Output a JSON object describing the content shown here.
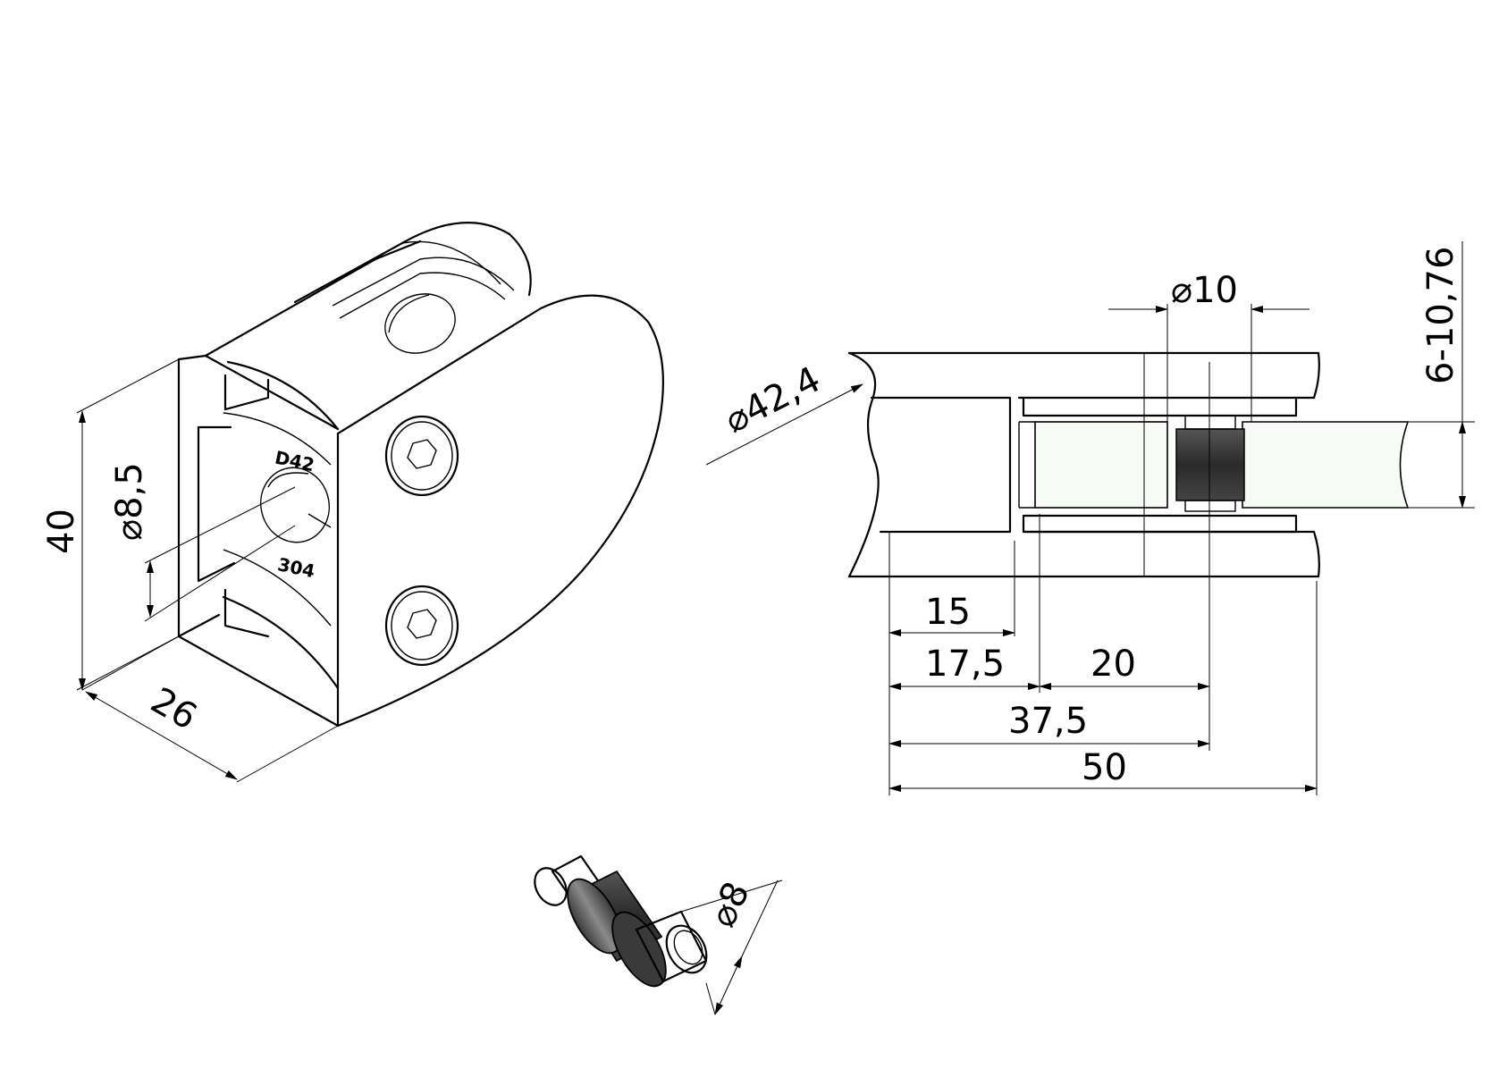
{
  "clamp_view": {
    "dim_height": "40",
    "dim_depth": "26",
    "dim_bore": "8,5",
    "stamp_top": "D42",
    "stamp_bottom": "304"
  },
  "section_view": {
    "dim_pin_dia": "10",
    "dim_glass_thickness": "6-10,76",
    "dim_tube_dia": "42,4",
    "dim_a": "15",
    "dim_b": "17,5",
    "dim_c": "20",
    "dim_d": "37,5",
    "dim_e": "50"
  },
  "pin_view": {
    "dim_pin": "8"
  },
  "diameter_symbol": "⌀"
}
